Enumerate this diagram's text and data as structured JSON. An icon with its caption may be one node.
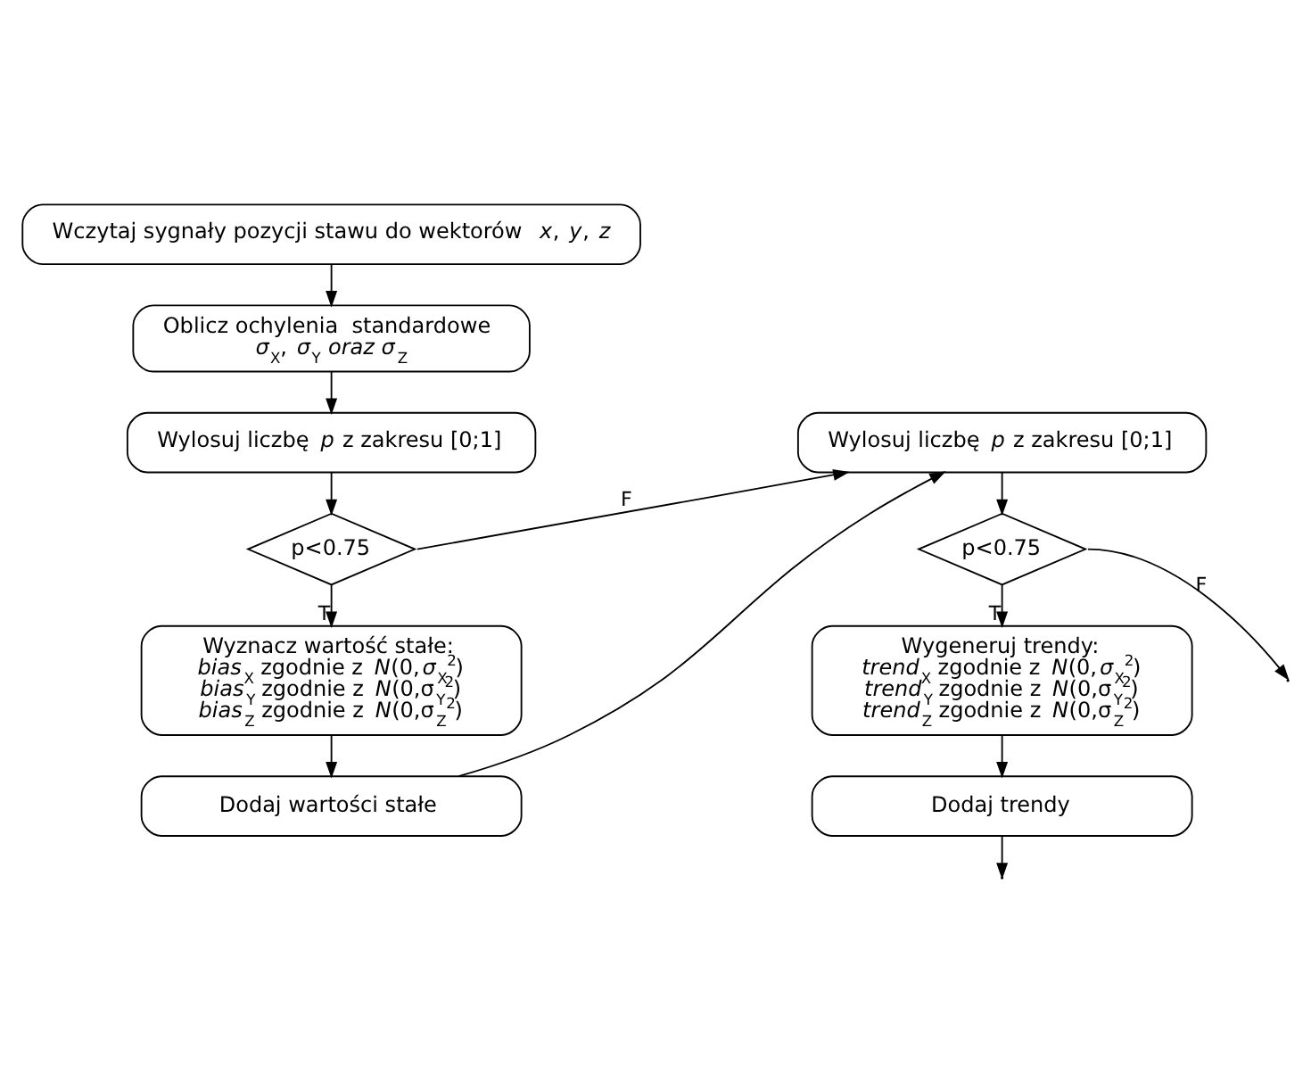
{
  "diagram": {
    "nodes": [
      {
        "text": [
          "Wczytaj sygnały pozycji stawu do wektorów *x*, *y*, *z*"
        ]
      },
      {
        "text": [
          "Oblicz ochylenia  standardowe",
          "*σ*$_{X}$, *σ*$_{Y}$ *oraz σ*$_{Z}$"
        ]
      },
      {
        "text": [
          "Wylosuj liczbę *p* z zakresu [0;1]"
        ]
      },
      {
        "text": [
          "p<0.75"
        ]
      },
      {
        "text": [
          "Wyznacz wartość stałe:",
          "*bias*$_{X}$ zgodnie z *N*(0,*σ*$_{X}$$^{2}$)",
          "*bias*$_{Y}$ zgodnie z *N*(0,σ$_{Y}$$^{2}$)",
          "*bias*$_{Z}$ zgodnie z *N*(0,σ$_{Z}$$^{2}$)"
        ]
      },
      {
        "text": [
          "Dodaj wartości stałe"
        ]
      },
      {
        "text": [
          "Wylosuj liczbę *p* z zakresu [0;1]"
        ]
      },
      {
        "text": [
          "p<0.75"
        ]
      },
      {
        "text": [
          "Wygeneruj trendy:",
          "*trend*$_{X}$ zgodnie z *N*(0,*σ*$_{X}$$^{2}$)",
          "*trend*$_{Y}$ zgodnie z *N*(0,σ$_{Y}$$^{2}$)",
          "*trend*$_{Z}$ zgodnie z *N*(0,σ$_{Z}$$^{2}$)"
        ]
      },
      {
        "text": [
          "Dodaj trendy"
        ]
      }
    ],
    "edges": [
      {
        "from": 0,
        "to": 1,
        "arrow": "to"
      },
      {
        "from": 1,
        "to": 2,
        "arrow": "to"
      },
      {
        "from": 2,
        "to": 3,
        "arrow": "to"
      },
      {
        "from": 3,
        "to": 4,
        "arrow": "to",
        "label": "T"
      },
      {
        "from": 3,
        "to": 6,
        "arrow": "to",
        "label": "F"
      },
      {
        "from": 4,
        "to": 5,
        "arrow": "to"
      },
      {
        "from": 5,
        "to": 6,
        "arrow": "to"
      },
      {
        "from": 6,
        "to": 7,
        "arrow": "to"
      },
      {
        "from": 7,
        "to": 8,
        "arrow": "to",
        "label": "T"
      },
      {
        "from": 8,
        "to": 9,
        "arrow": "to"
      },
      {
        "from": 9,
        "to": null,
        "arrow": "to"
      },
      {
        "from": 7,
        "to": null,
        "arrow": "to",
        "label": "F"
      }
    ]
  }
}
